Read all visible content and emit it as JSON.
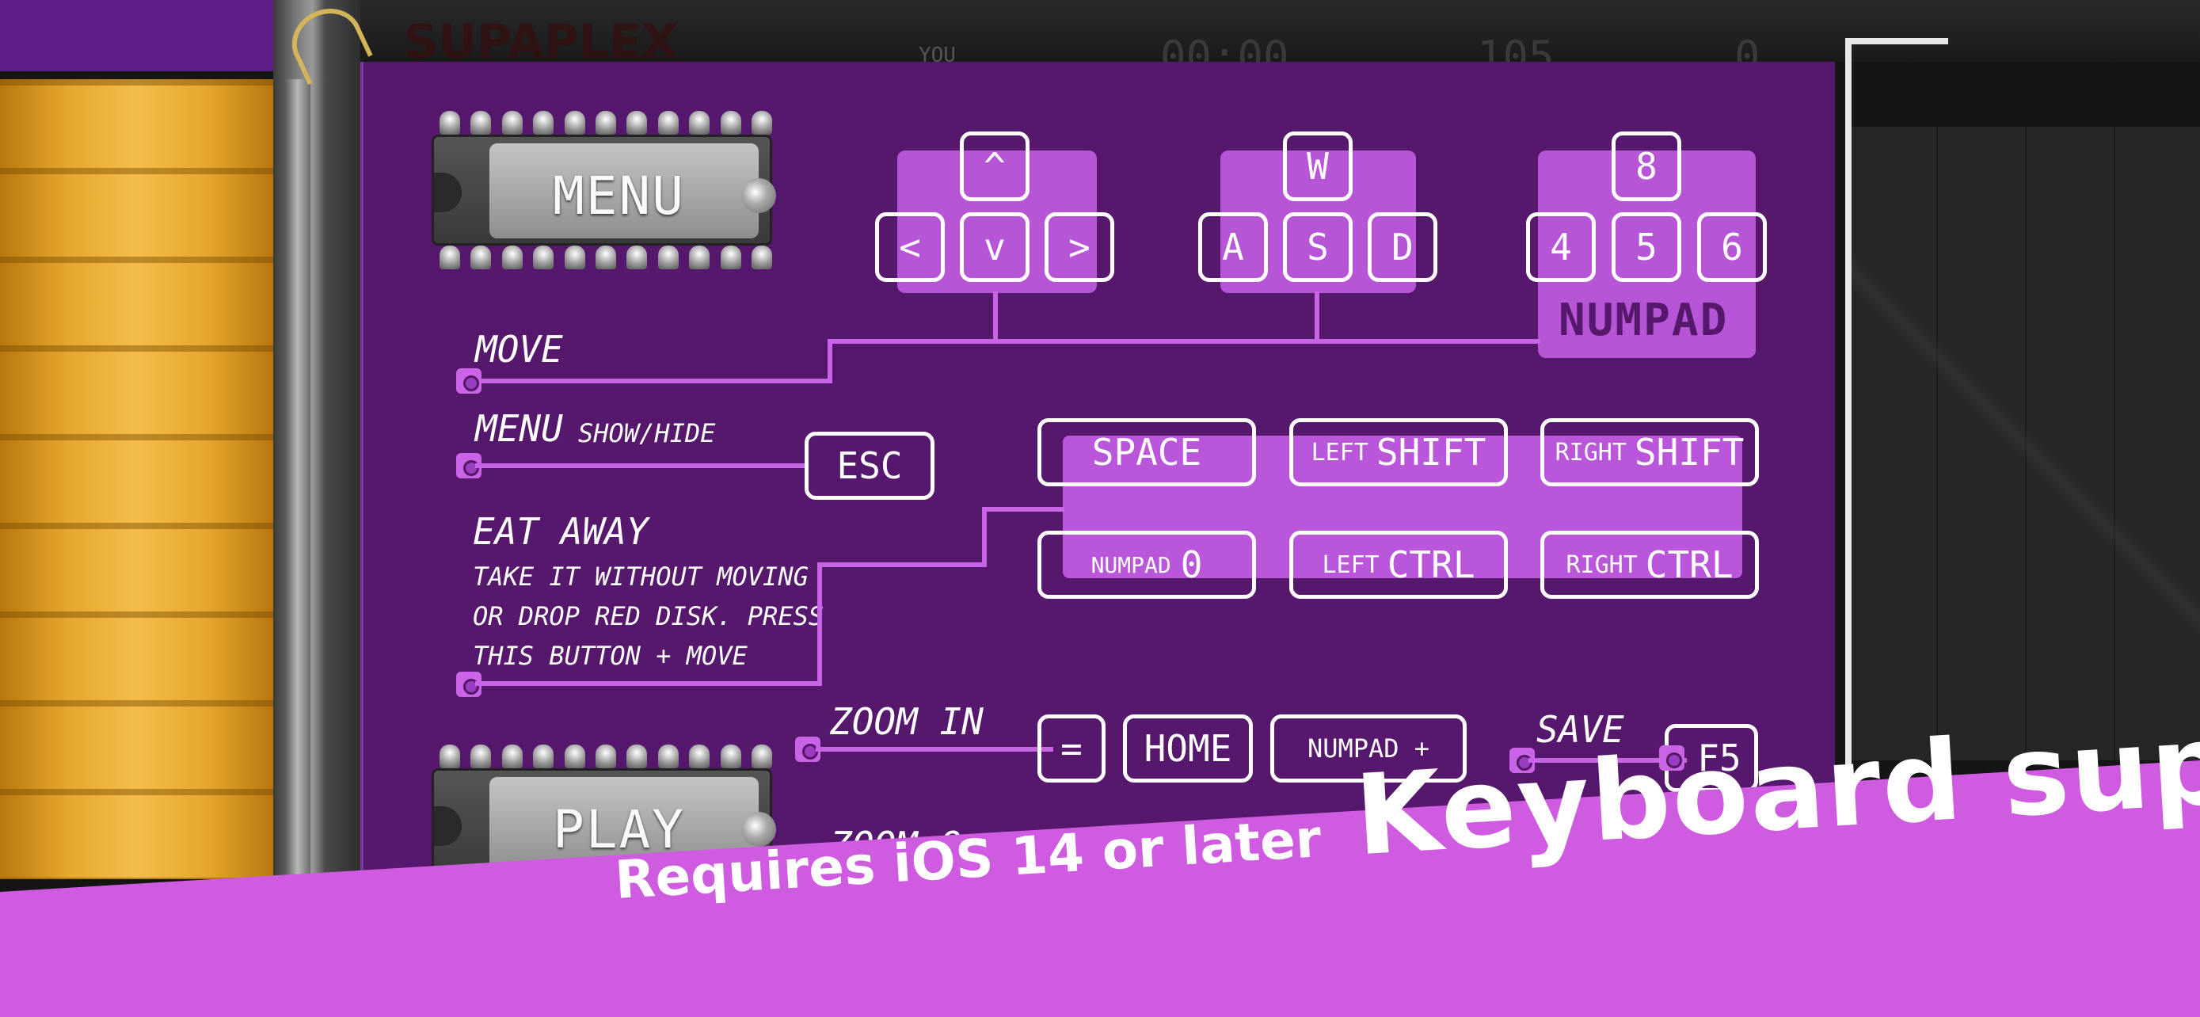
{
  "header": {
    "logo_text": "SUPAPLEX",
    "level_label": "YOU",
    "timer": "00:00",
    "counter": "105",
    "infotrons": "0"
  },
  "chips": {
    "menu": "MENU",
    "play": "PLAY"
  },
  "arrow_keys": {
    "up": "^",
    "left": "<",
    "down": "v",
    "right": ">"
  },
  "wasd_keys": {
    "w": "W",
    "a": "A",
    "s": "S",
    "d": "D"
  },
  "numpad_keys": {
    "up": "8",
    "left": "4",
    "mid": "5",
    "right": "6",
    "label": "NUMPAD"
  },
  "actions": {
    "move": "MOVE",
    "menu": "MENU",
    "menu_suffix": "SHOW/HIDE",
    "esc_key": "ESC",
    "eat_away": "EAT AWAY",
    "eat_desc": [
      "TAKE IT WITHOUT MOVING",
      "OR DROP RED DISK. PRESS",
      "THIS BUTTON + MOVE"
    ],
    "zoom_in": "ZOOM IN",
    "zoom_out_partial": "ZOOM O",
    "save": "SAVE"
  },
  "modifier_keys": {
    "space": "SPACE",
    "left_shift": {
      "prefix": "LEFT",
      "main": "SHIFT"
    },
    "right_shift": {
      "prefix": "RIGHT",
      "main": "SHIFT"
    },
    "numpad0": {
      "prefix": "NUMPAD",
      "main": "0"
    },
    "left_ctrl": {
      "prefix": "LEFT",
      "main": "CTRL"
    },
    "right_ctrl": {
      "prefix": "RIGHT",
      "main": "CTRL"
    }
  },
  "zoom_keys": {
    "equals": "=",
    "home": "HOME",
    "numpad_plus": "NUMPAD +"
  },
  "save_key": "F5",
  "banner": {
    "requirement": "Requires iOS 14 or later",
    "headline": "Keyboard support!"
  },
  "colors": {
    "panel": "#55186c",
    "accent": "#c964e6",
    "banner": "#cf5ce0"
  }
}
